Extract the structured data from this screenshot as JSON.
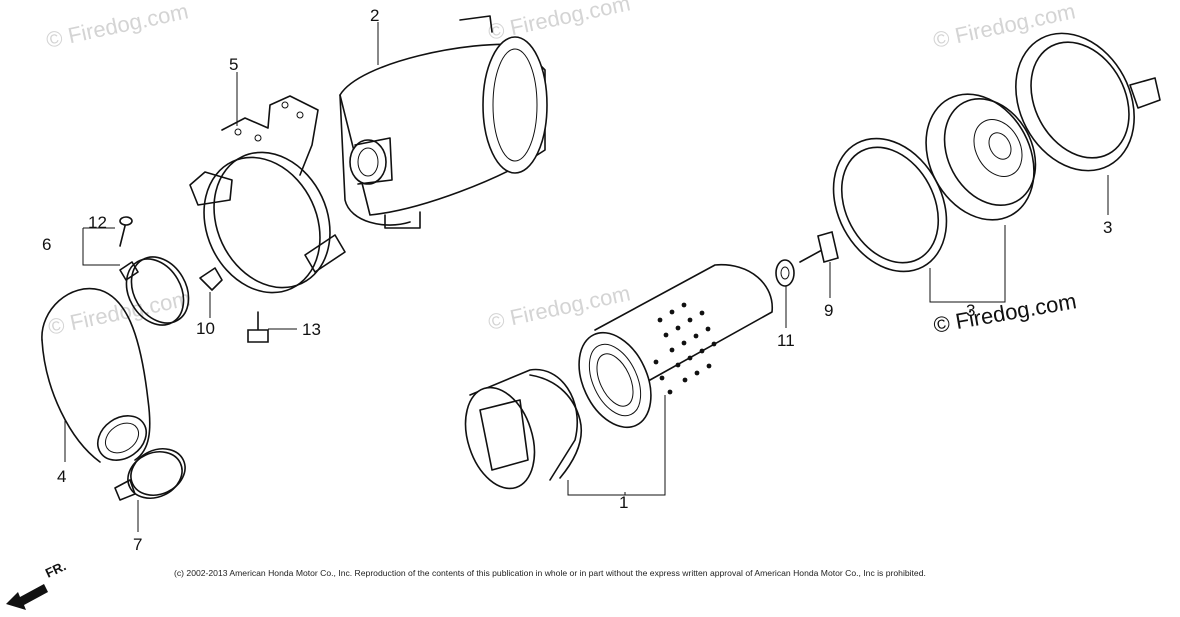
{
  "diagram": {
    "callouts": [
      {
        "id": "1",
        "label": "1"
      },
      {
        "id": "2",
        "label": "2"
      },
      {
        "id": "3a",
        "label": "3"
      },
      {
        "id": "3b",
        "label": "3"
      },
      {
        "id": "4",
        "label": "4"
      },
      {
        "id": "5",
        "label": "5"
      },
      {
        "id": "6",
        "label": "6"
      },
      {
        "id": "7",
        "label": "7"
      },
      {
        "id": "9",
        "label": "9"
      },
      {
        "id": "10",
        "label": "10"
      },
      {
        "id": "11",
        "label": "11"
      },
      {
        "id": "12",
        "label": "12"
      },
      {
        "id": "13",
        "label": "13"
      }
    ],
    "watermarks": [
      "© Firedog.com",
      "© Firedog.com",
      "© Firedog.com",
      "© Firedog.com",
      "© Firedog.com"
    ],
    "watermark_dark": "© Firedog.com",
    "direction_label": "FR.",
    "copyright": "(c) 2002-2013 American Honda Motor Co., Inc. Reproduction of the contents of this publication in whole or in part without the express written approval of American Honda Motor Co., Inc is prohibited."
  }
}
